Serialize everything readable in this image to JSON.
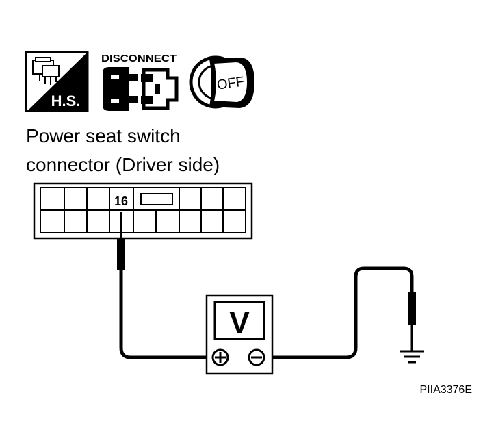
{
  "icons": {
    "hs_label": "H.S.",
    "disconnect_label": "DISCONNECT",
    "key_label": "OFF"
  },
  "connector": {
    "title_line1": "Power seat switch",
    "title_line2": "connector (Driver side)",
    "terminal_label": "16"
  },
  "meter": {
    "label": "V",
    "positive_symbol": "+",
    "negative_symbol": "−"
  },
  "figure_code": "PIIA3376E"
}
